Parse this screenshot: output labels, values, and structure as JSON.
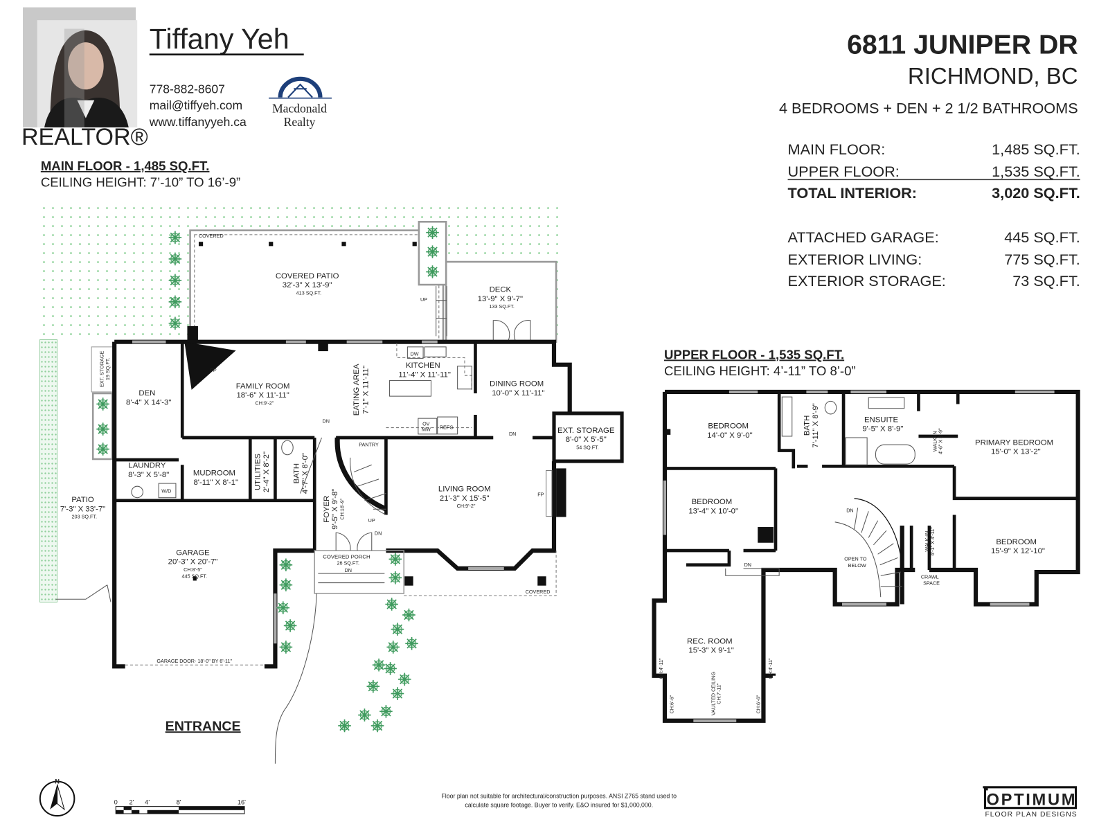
{
  "agent": {
    "name": "Tiffany Yeh",
    "phone": "778-882-8607",
    "email": "mail@tiffyeh.com",
    "website": "www.tiffanyyeh.ca",
    "realtor_watermark": "REALTOR®",
    "brokerage_line1": "Macdonald",
    "brokerage_line2": "Realty"
  },
  "property": {
    "address": "6811 JUNIPER DR",
    "city": "RICHMOND, BC",
    "summary": "4 BEDROOMS + DEN + 2 1/2 BATHROOMS"
  },
  "areas": [
    {
      "label": "MAIN FLOOR:",
      "value": "1,485 SQ.FT."
    },
    {
      "label": "UPPER FLOOR:",
      "value": "1,535 SQ.FT."
    },
    {
      "label": "TOTAL INTERIOR:",
      "value": "3,020 SQ.FT."
    },
    {
      "label": "ATTACHED GARAGE:",
      "value": "445 SQ.FT."
    },
    {
      "label": "EXTERIOR LIVING:",
      "value": "775 SQ.FT."
    },
    {
      "label": "EXTERIOR STORAGE:",
      "value": "73 SQ.FT."
    }
  ],
  "main_floor": {
    "title": "MAIN FLOOR - 1,485 SQ.FT.",
    "ceiling": "CEILING HEIGHT: 7’-10” TO 16’-9”",
    "rooms": [
      {
        "name": "COVERED PATIO",
        "dims": "32'-3\" X 13'-9\"",
        "area": "413 SQ.FT."
      },
      {
        "name": "DECK",
        "dims": "13'-9\" X 9'-7\"",
        "area": "133 SQ.FT."
      },
      {
        "name": "KITCHEN",
        "dims": "11'-4\" X 11'-11\""
      },
      {
        "name": "DINING ROOM",
        "dims": "10'-0\" X 11'-11\""
      },
      {
        "name": "FAMILY ROOM",
        "dims": "18'-6\" X 11'-11\"",
        "ceiling": "CH:9'-2\""
      },
      {
        "name": "DEN",
        "dims": "8'-4\" X 14'-3\""
      },
      {
        "name": "EATING AREA",
        "dims": "7'-1\" X 11'-11\""
      },
      {
        "name": "EXT. STORAGE",
        "dims": "8'-0\" X 5'-5\"",
        "area": "54 SQ.FT."
      },
      {
        "name": "EXT. STORAGE",
        "area": "19 SQ.FT."
      },
      {
        "name": "LAUNDRY",
        "dims": "8'-3\" X 5'-8\""
      },
      {
        "name": "MUDROOM",
        "dims": "8'-11\" X 8'-1\""
      },
      {
        "name": "UTILITIES",
        "dims": "2'-4\" X 8'-2\""
      },
      {
        "name": "BATH",
        "dims": "4'-7\" X 8'-0\""
      },
      {
        "name": "FOYER",
        "dims": "9'-5\" X 9'-8\"",
        "ceiling": "CH:16'-9\""
      },
      {
        "name": "LIVING ROOM",
        "dims": "21'-3\" X 15'-5\"",
        "ceiling": "CH:9'-2\""
      },
      {
        "name": "PATIO",
        "dims": "7'-3\" X 33'-7\"",
        "area": "203 SQ.FT."
      },
      {
        "name": "GARAGE",
        "dims": "20'-3\" X 20'-7\"",
        "ceiling": "CH:8'-5\"",
        "area": "445 SQ.FT."
      },
      {
        "name": "COVERED PORCH",
        "area": "26 SQ.FT."
      }
    ],
    "labels": {
      "covered_1": "COVERED",
      "covered_2": "COVERED",
      "up_deck": "UP",
      "fp_family": "FP",
      "fp_living": "FP",
      "dn_family": "DN",
      "pantry": "PANTRY",
      "dw": "DW",
      "ov": "OV",
      "mw": "MW",
      "refg": "REFG",
      "dn_dining": "DN",
      "up_stair": "UP",
      "dn_foyer": "DN",
      "dn_porch": "DN",
      "wd": "W/D",
      "garage_door": "GARAGE DOOR- 18'-0\" BY 6'-11\"",
      "entrance": "ENTRANCE"
    }
  },
  "upper_floor": {
    "title": "UPPER FLOOR - 1,535 SQ.FT.",
    "ceiling": "CEILING HEIGHT: 4’-11” TO 8’-0”",
    "rooms": [
      {
        "name": "BEDROOM",
        "dims": "14'-0\" X 9'-0\""
      },
      {
        "name": "BATH",
        "dims": "7'-11\" X 8'-9\""
      },
      {
        "name": "ENSUITE",
        "dims": "9'-5\" X 8'-9\""
      },
      {
        "name": "WALK-IN",
        "dims": "4'-6\" X 8'-9\""
      },
      {
        "name": "PRIMARY BEDROOM",
        "dims": "15'-0\" X 13'-2\""
      },
      {
        "name": "BEDROOM",
        "dims": "13'-4\" X 10'-0\""
      },
      {
        "name": "OPEN TO",
        "dims": "BELOW"
      },
      {
        "name": "WALK-IN",
        "dims": "6'-1\" X 4'-11\""
      },
      {
        "name": "CRAWL",
        "dims": "SPACE"
      },
      {
        "name": "BEDROOM",
        "dims": "15'-9\" X 12'-10\""
      },
      {
        "name": "REC. ROOM",
        "dims": "15'-3\" X 9'-1\""
      }
    ],
    "labels": {
      "dn_stair": "DN",
      "dn_hall": "DN",
      "ch_left_upper": "CH:4'-11\"",
      "ch_right_upper": "CH:4'-11\"",
      "ch_left_lower": "CH:6'-6\"",
      "ch_right_lower": "CH:6'-6\"",
      "vaulted": "VAULTED CEILING",
      "vaulted_ch": "CH:7'-11\""
    }
  },
  "footer": {
    "compass_n": "N",
    "scale_labels": [
      "0",
      "2'",
      "4'",
      "8'",
      "16'"
    ],
    "disclaimer_1": "Floor plan not suitable for architectural/construction purposes. ANSI Z765 stand used to",
    "disclaimer_2": "calculate square footage. Buyer to verify.  E&O insured for $1,000,000.",
    "logo_main": "OPTIMUM",
    "logo_sub": "FLOOR PLAN DESIGNS"
  },
  "colors": {
    "brokerage_blue": "#1d3f7a",
    "plant_green": "#3f9a5e",
    "lawn_dot": "#9fd9a8"
  }
}
